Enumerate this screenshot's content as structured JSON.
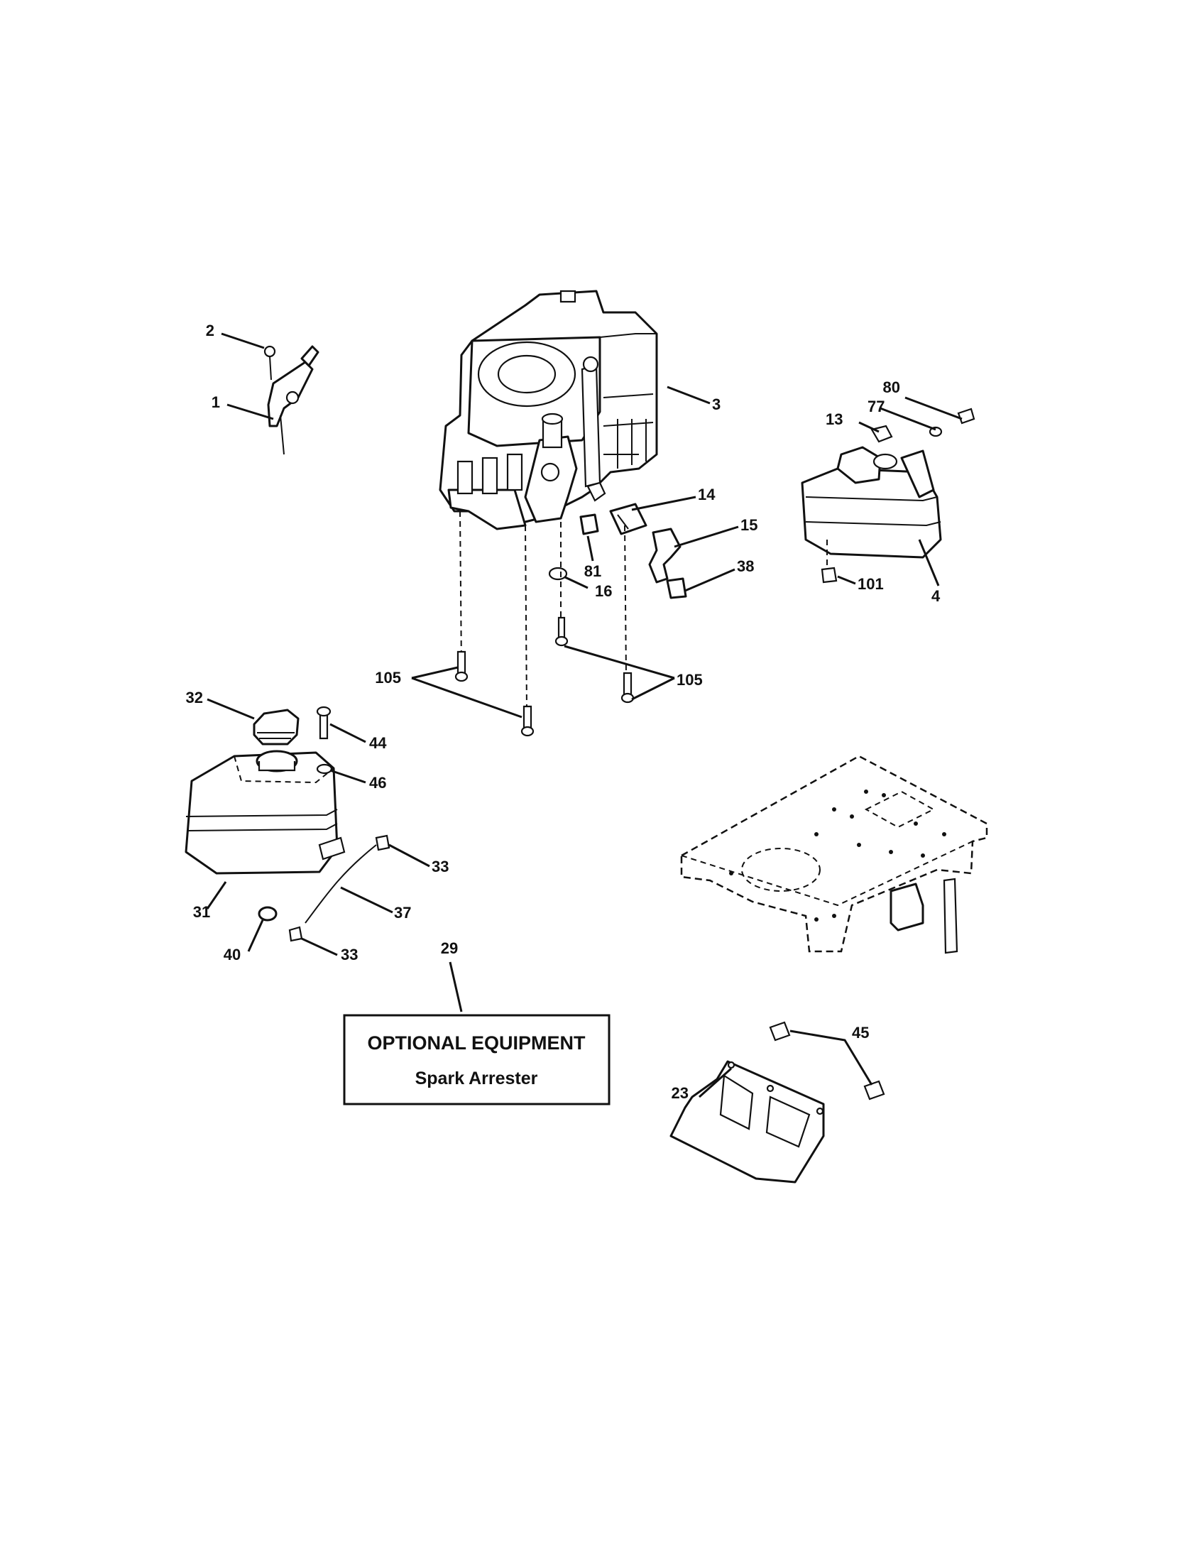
{
  "callouts": {
    "c1": "1",
    "c2": "2",
    "c3": "3",
    "c4": "4",
    "c13": "13",
    "c14": "14",
    "c15": "15",
    "c16": "16",
    "c23": "23",
    "c29": "29",
    "c31": "31",
    "c32": "32",
    "c33a": "33",
    "c33b": "33",
    "c37": "37",
    "c38": "38",
    "c40": "40",
    "c44": "44",
    "c45": "45",
    "c46": "46",
    "c77": "77",
    "c80": "80",
    "c81": "81",
    "c101": "101",
    "c105a": "105",
    "c105b": "105"
  },
  "optional_box": {
    "title": "OPTIONAL EQUIPMENT",
    "subtitle": "Spark Arrester"
  }
}
